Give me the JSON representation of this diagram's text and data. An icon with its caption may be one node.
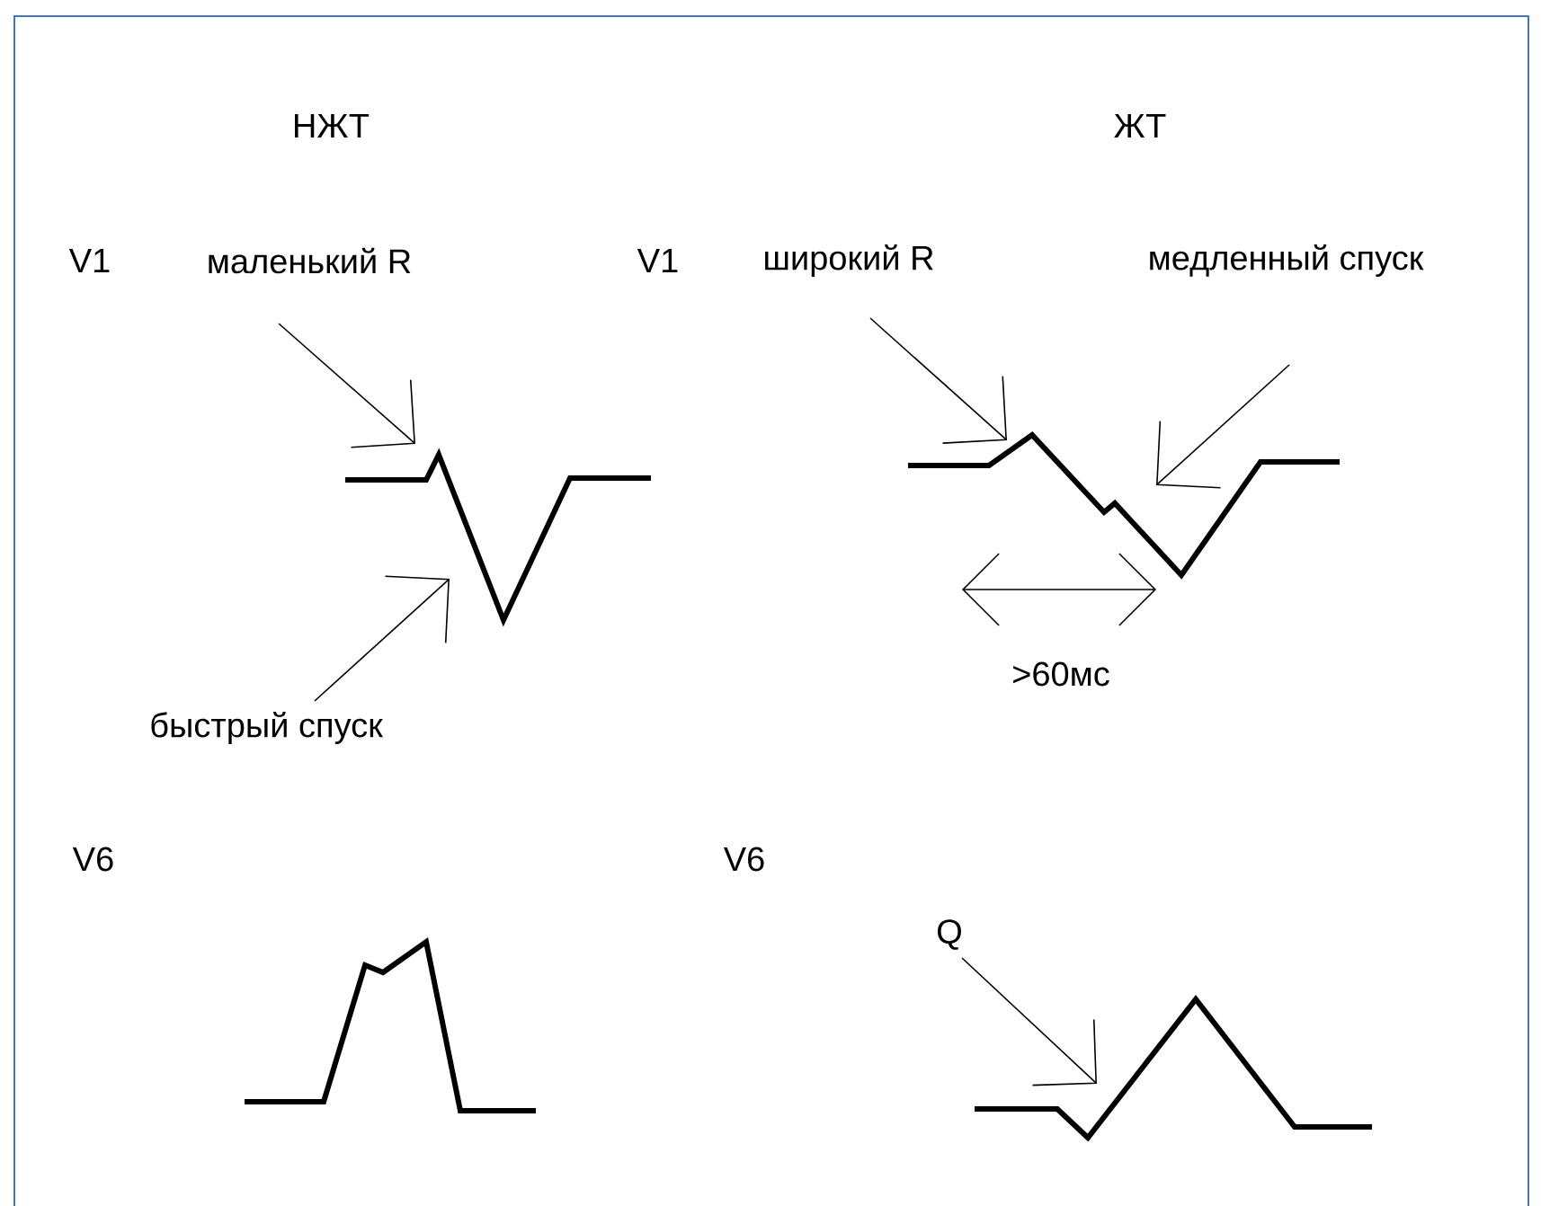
{
  "diagram": {
    "nodes": [
      {
        "text": [
          "маленький R"
        ]
      },
      {
        "text": [
          "широкий R"
        ]
      },
      {
        "text": [
          "медленный спуск"
        ]
      },
      {
        "text": [],
        "shape": "waveform"
      },
      {
        "text": [],
        "shape": "waveform"
      },
      {
        "text": [
          "быстрый спуск"
        ]
      },
      {
        "text": [
          "Q"
        ]
      },
      {
        "text": [],
        "shape": "waveform"
      },
      {
        "text": [],
        "shape": "waveform"
      }
    ],
    "edges": [
      {
        "from": 0,
        "to": 3,
        "arrow": "to"
      },
      {
        "from": 1,
        "to": 4,
        "arrow": "to"
      },
      {
        "from": 2,
        "to": 4,
        "arrow": "to"
      },
      {
        "from": 5,
        "to": 3,
        "arrow": "to"
      },
      {
        "from": 6,
        "to": 8,
        "arrow": "to"
      }
    ],
    "labels": [
      "НЖТ",
      "ЖТ",
      "V1",
      "V1",
      ">60мс",
      "V6",
      "V6"
    ]
  }
}
